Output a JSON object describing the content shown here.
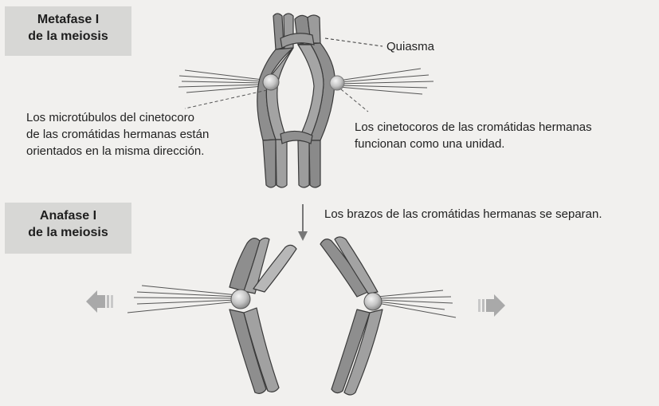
{
  "stages": {
    "metafase": [
      "Metafase I",
      "de la meiosis"
    ],
    "anafase": [
      "Anafase I",
      "de la meiosis"
    ]
  },
  "labels": {
    "quiasma": "Quiasma",
    "microtubulos": [
      "Los microtúbulos del cinetocoro",
      "de las cromátidas hermanas están",
      "orientados en la misma dirección."
    ],
    "cinetocoros": [
      "Los cinetocoros de las cromátidas hermanas",
      "funcionan como una unidad."
    ],
    "brazos": "Los brazos de las cromátidas hermanas se separan."
  },
  "colors": {
    "background": "#f1f0ee",
    "label_box": "#d7d7d5",
    "chromatid_fill": "#8e8e8e",
    "chromatid_light": "#b3b3b3",
    "chromatid_outline": "#3a3a3a",
    "kinetochore": "#c9c9c9",
    "arrow": "#a9a9a9"
  }
}
